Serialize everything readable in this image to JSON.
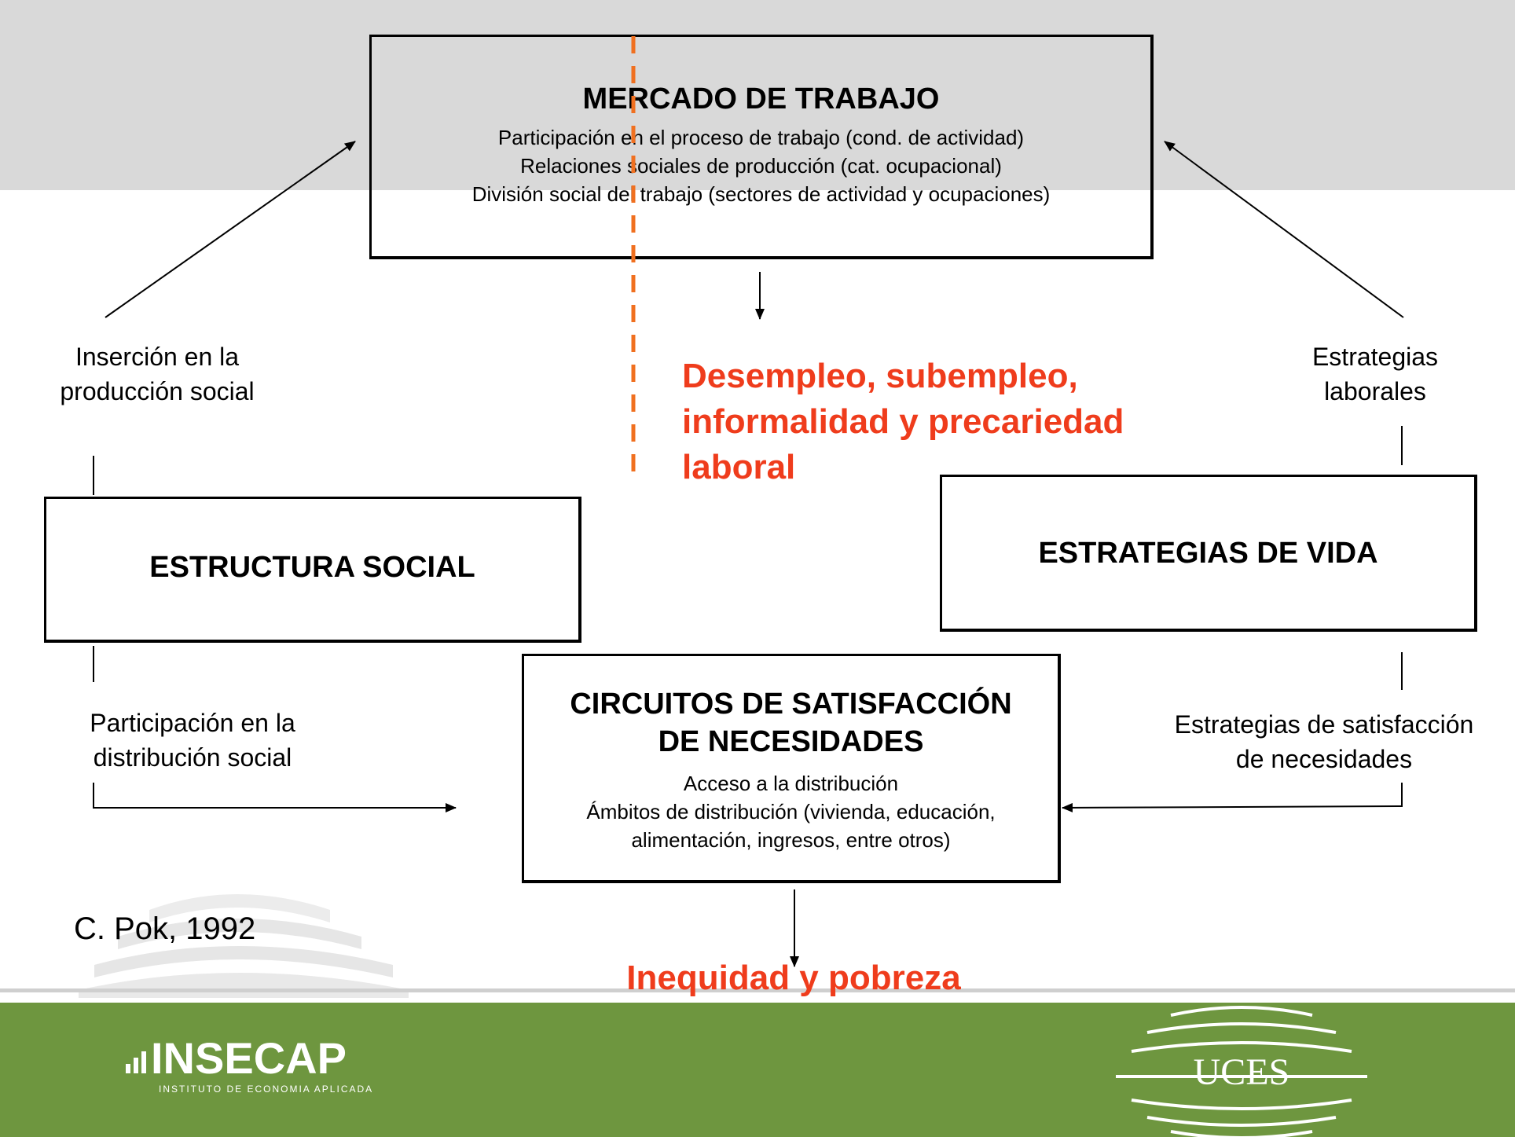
{
  "mercado": {
    "title": "MERCADO DE TRABAJO",
    "lines": [
      "Participación en el proceso de trabajo (cond. de actividad)",
      "Relaciones sociales de producción (cat. ocupacional)",
      "División social del trabajo (sectores de actividad y ocupaciones)"
    ]
  },
  "estructura": {
    "title": "ESTRUCTURA SOCIAL"
  },
  "estrategias": {
    "title": "ESTRATEGIAS DE VIDA"
  },
  "circuitos": {
    "title_line1": "CIRCUITOS DE SATISFACCIÓN",
    "title_line2": "DE NECESIDADES",
    "lines": [
      "Acceso a la distribución",
      "Ámbitos de distribución (vivienda, educación,",
      "alimentación, ingresos, entre otros)"
    ]
  },
  "labels": {
    "insercion": [
      "Inserción en la",
      "producción social"
    ],
    "estrategias_laborales": [
      "Estrategias",
      "laborales"
    ],
    "participacion": [
      "Participación en la",
      "distribución social"
    ],
    "estrategias_satisfaccion": [
      "Estrategias de satisfacción",
      "de necesidades"
    ]
  },
  "outcomes": {
    "desempleo": [
      "Desempleo, subempleo,",
      "informalidad y precariedad",
      "laboral"
    ],
    "inequidad": "Inequidad y pobreza"
  },
  "citation": "C. Pok, 1992",
  "logos": {
    "insecap_name": "INSECAP",
    "insecap_tagline": "INSTITUTO DE ECONOMIA APLICADA",
    "uces_name": "UCES"
  },
  "colors": {
    "accent_red": "#ef3c1c",
    "dashed_orange": "#f07020",
    "footer_green": "#6e963f",
    "top_band_gray": "#d9d9d9"
  }
}
